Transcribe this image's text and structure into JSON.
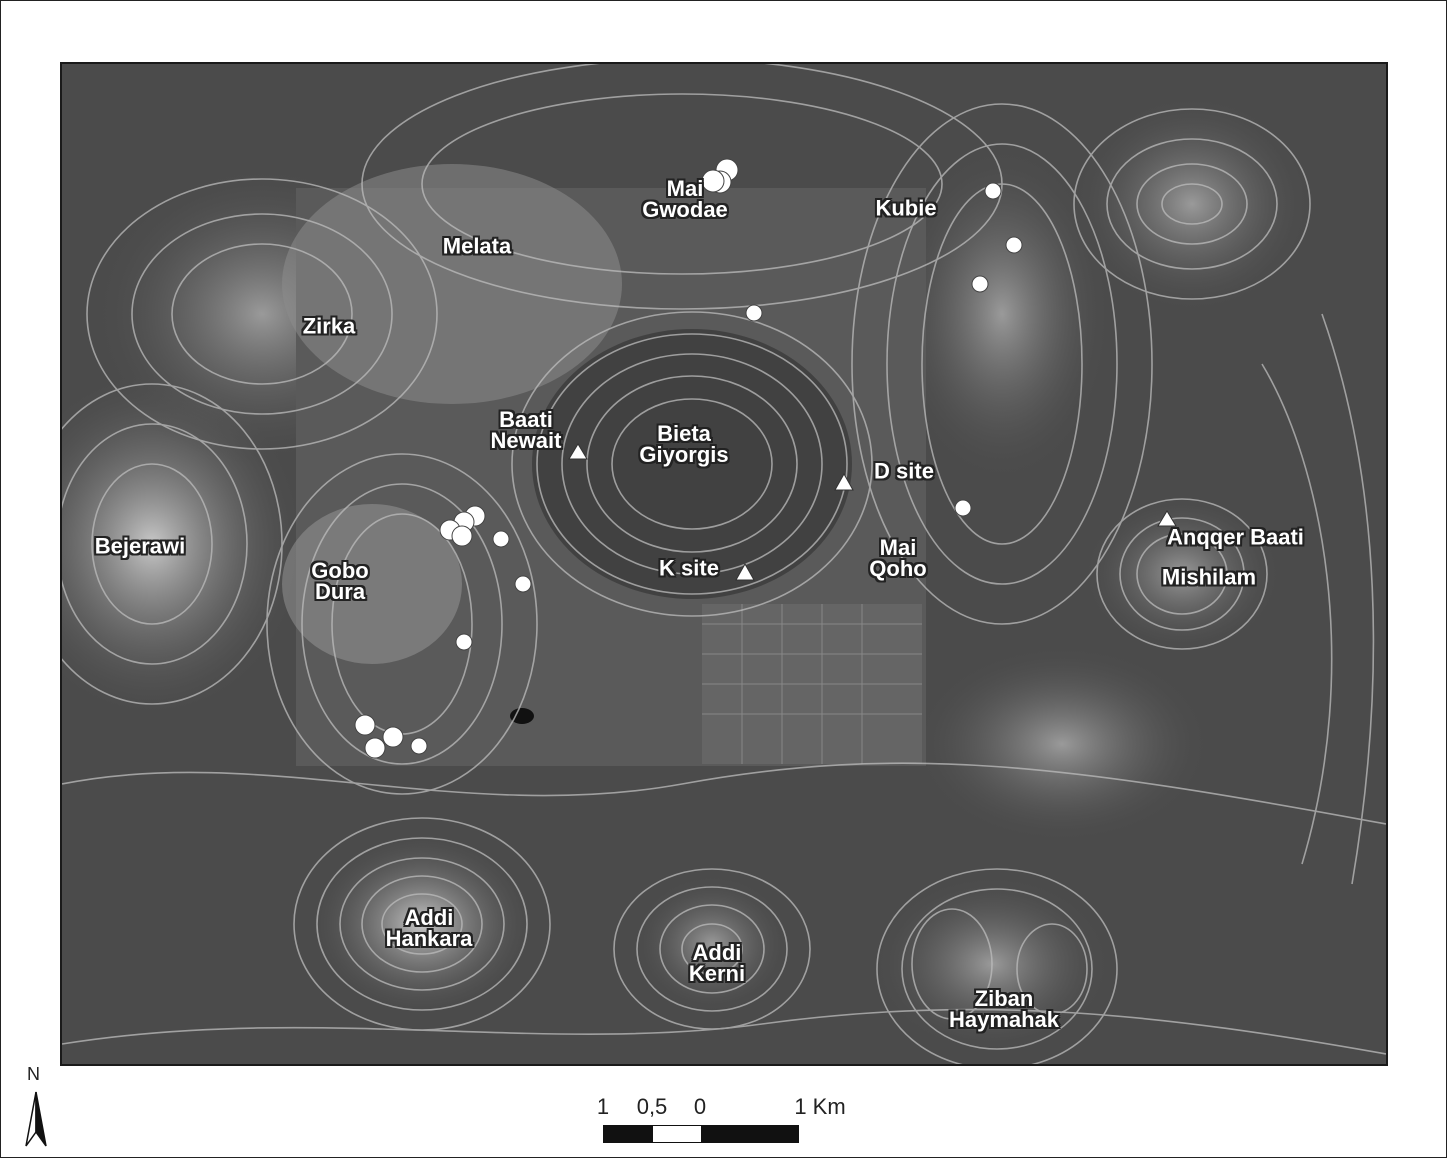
{
  "map": {
    "labels": [
      {
        "id": "mai-gwodae",
        "text": "Mai\nGwodae"
      },
      {
        "id": "kubie",
        "text": "Kubie"
      },
      {
        "id": "melata",
        "text": "Melata"
      },
      {
        "id": "zirka",
        "text": "Zirka"
      },
      {
        "id": "baati-newait",
        "text": "Baati\nNewait"
      },
      {
        "id": "bieta-giyorgis",
        "text": "Bieta\nGiyorgis"
      },
      {
        "id": "d-site",
        "text": "D site"
      },
      {
        "id": "bejerawi",
        "text": "Bejerawi"
      },
      {
        "id": "gobo-dura",
        "text": "Gobo\nDura"
      },
      {
        "id": "k-site",
        "text": "K site"
      },
      {
        "id": "mai-qoho",
        "text": "Mai\nQoho"
      },
      {
        "id": "anqqer-baati",
        "text": "Anqqer Baati"
      },
      {
        "id": "mishilam",
        "text": "Mishilam"
      },
      {
        "id": "addi-hankara",
        "text": "Addi\nHankara"
      },
      {
        "id": "addi-kerni",
        "text": "Addi\nKerni"
      },
      {
        "id": "ziban-haymahak",
        "text": "Ziban\nHaymahak"
      }
    ],
    "colors": {
      "background": "#4a4a4a",
      "contour": "#bdbdbd",
      "marker": "#ffffff",
      "label_text": "#ffffff",
      "label_halo": "#222222"
    }
  },
  "north_arrow": {
    "letter": "N"
  },
  "scale_bar": {
    "ticks": [
      "1",
      "0,5",
      "0",
      "1 Km"
    ],
    "segment_colors": [
      "#111111",
      "#ffffff",
      "#111111",
      "#111111"
    ]
  }
}
